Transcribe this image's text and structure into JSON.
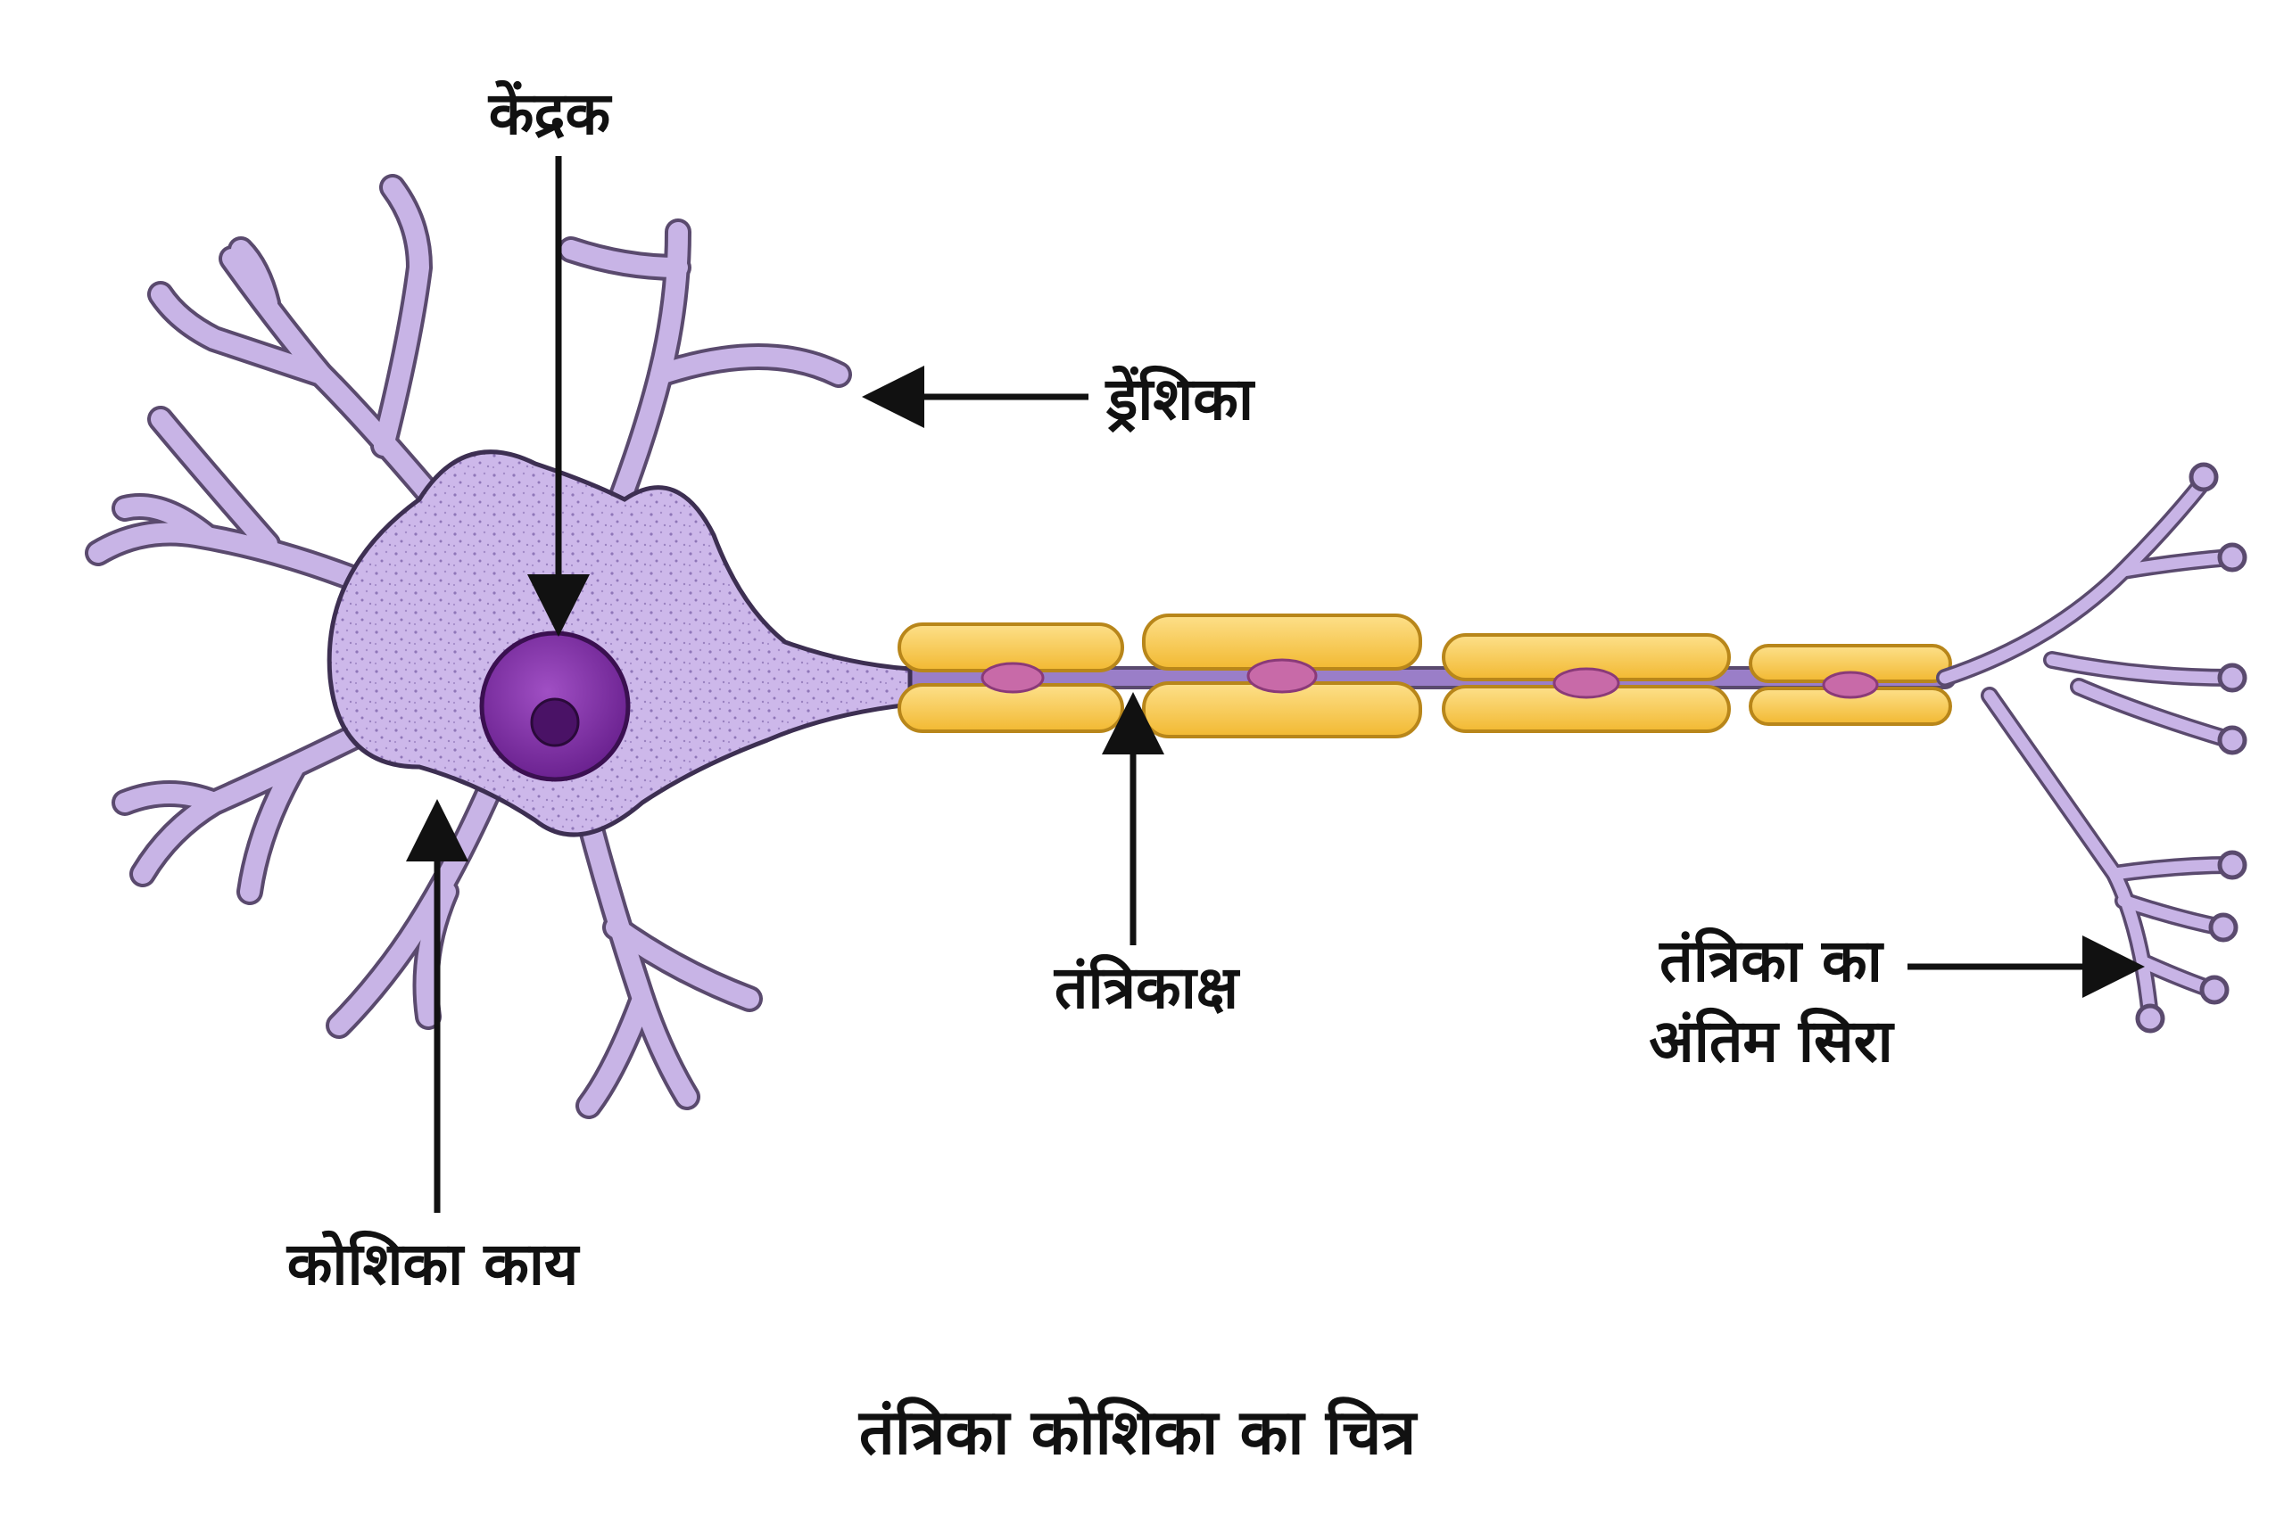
{
  "diagram": {
    "labels": {
      "nucleus": "केंद्रक",
      "dendrite": "ड्रेंशिका",
      "cell_body": "कोशिका काय",
      "axon": "तंत्रिकाक्ष",
      "nerve_ending_line1": "तंत्रिका का",
      "nerve_ending_line2": "अंतिम सिरा"
    },
    "caption": "तंत्रिका कोशिका का चित्र"
  },
  "colors": {
    "neuron_fill": "#c8b4e6",
    "neuron_outline": "#5a4a6e",
    "nucleus": "#7a2f9a",
    "nucleolus": "#4a1266",
    "myelin": "#f7c94a",
    "myelin_outline": "#b8861a",
    "schwann_nucleus": "#c86aa8",
    "text": "#111111"
  }
}
